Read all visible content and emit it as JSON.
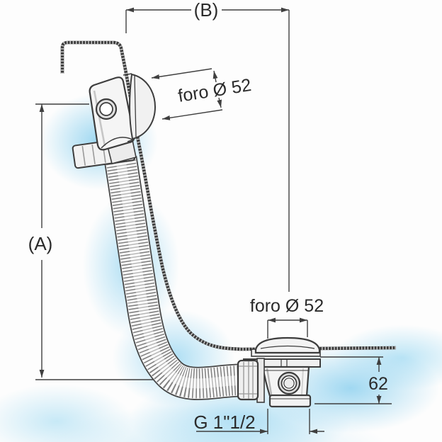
{
  "labels": {
    "dim_b": "(B)",
    "dim_a": "(A)",
    "overflow_hole": "foro Ø 52",
    "drain_hole": "foro Ø 52",
    "drain_height": "62",
    "drain_thread": "G 1\"1/2"
  },
  "colors": {
    "line": "#3f3f3f",
    "text": "#2b2b2b",
    "wash_blue": "#9ed7f0",
    "part_fill": "#f4f4f4"
  }
}
